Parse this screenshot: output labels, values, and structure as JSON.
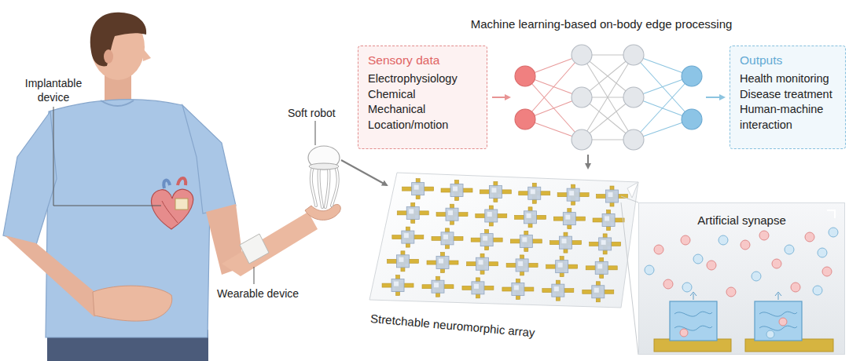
{
  "diagram": {
    "title": "Machine learning-based on-body edge processing",
    "nodes": [
      {
        "text": [
          "Sensory data",
          "Electrophysiology",
          "Chemical",
          "Mechanical",
          "Location/motion"
        ]
      },
      {
        "text": [
          "Outputs",
          "Health monitoring",
          "Disease treatment",
          "Human-machine interaction"
        ]
      },
      {
        "text": [
          "Artificial synapse"
        ]
      }
    ],
    "labels": [
      "Implantable device",
      "Soft robot",
      "Wearable device",
      "Stretchable neuromorphic array"
    ]
  }
}
